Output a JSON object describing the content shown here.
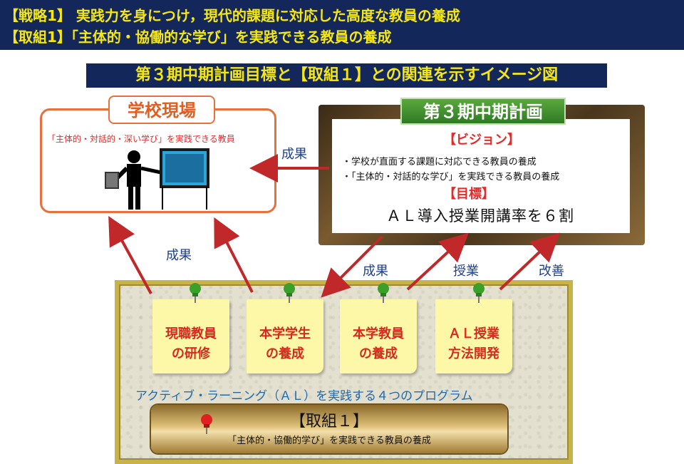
{
  "header": {
    "line1": "【戦略1】 実践力を身につけ，現代的課題に対応した高度な教員の養成",
    "line2": "【取組1】「主体的・協働的な学び」を実践できる教員の養成"
  },
  "subtitle": "第３期中期計画目標と【取組１】との関連を示すイメージ図",
  "school": {
    "title": "学校現場",
    "caption": "「主体的・対話的・深い学び」を実践できる教員"
  },
  "plan": {
    "title": "第３期中期計画",
    "vision_heading": "【ビジョン】",
    "vision_items": [
      "・学校が直面する課題に対応できる教員の養成",
      "・「主体的・対話的な学び」を実践できる教員の養成"
    ],
    "goal_heading": "【目標】",
    "goal_text": "ＡＬ導入授業開講率を６割"
  },
  "arrow_labels": {
    "plan_to_school": "成果",
    "board_to_school": "成果",
    "note3_to_plan": "成果",
    "note4_to_plan": "授業",
    "plan_to_note4": "改善"
  },
  "notes": [
    {
      "line1": "現職教員",
      "line2": "の研修"
    },
    {
      "line1": "本学学生",
      "line2": "の養成"
    },
    {
      "line1": "本学教員",
      "line2": "の養成"
    },
    {
      "line1": "ＡＬ授業",
      "line2": "方法開発"
    }
  ],
  "program_caption": "アクティブ・ラーニング（ＡＬ）を実践する４つのプログラム",
  "kumi": {
    "title": "【取組１】",
    "subtitle": "「主体的・協働的学び」を実践できる教員の養成"
  },
  "colors": {
    "header_bg": "#14275a",
    "header_text": "#f5e616",
    "arrow": "#c0282a",
    "note": "#fcf8a8",
    "note_text": "#d72a1e",
    "plan_title_bg": "#3f8f2e"
  }
}
